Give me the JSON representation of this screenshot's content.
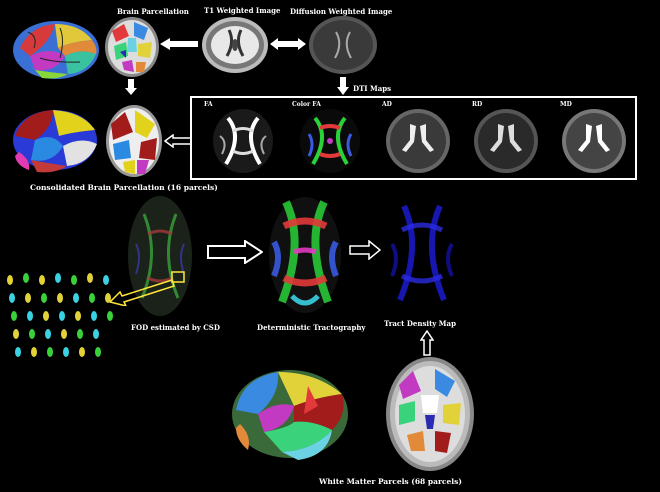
{
  "labels": {
    "brain_parcellation": "Brain Parcellation",
    "t1": "T1 Weighted Image",
    "dwi": "Diffusion Weighted Image",
    "dti_maps": "DTI Maps",
    "consolidated": "Consolidated Brain Parcellation (16 parcels)",
    "fod": "FOD estimated by CSD",
    "tractography": "Deterministic Tractography",
    "tract_density": "Tract Density Map",
    "wm_parcels": "White Matter Parcels (68 parcels)"
  },
  "dti_panels": [
    {
      "label": "FA"
    },
    {
      "label": "Color FA"
    },
    {
      "label": "AD"
    },
    {
      "label": "RD"
    },
    {
      "label": "MD"
    }
  ]
}
